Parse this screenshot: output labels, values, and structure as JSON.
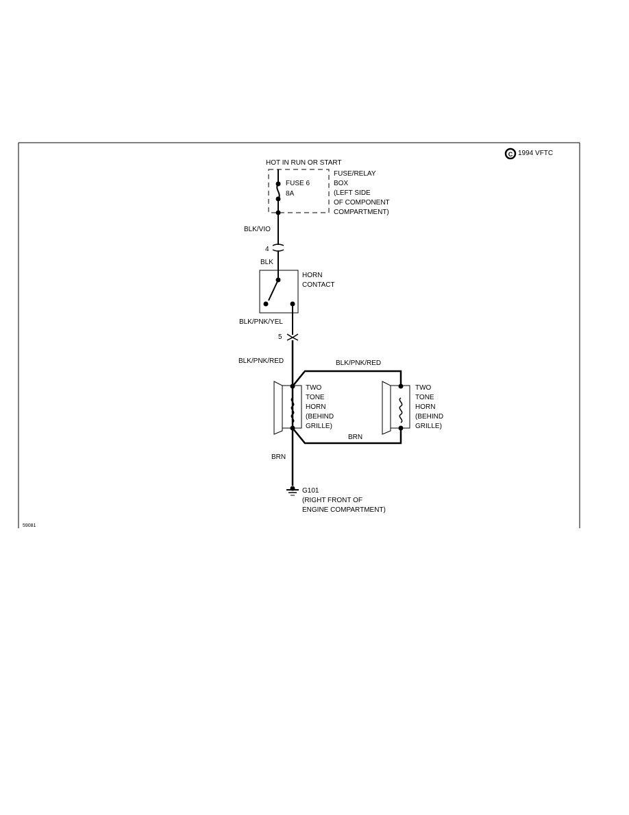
{
  "copyright": "1994 VFTC",
  "copyright_symbol": "C",
  "power": {
    "hot_label": "HOT IN RUN OR START"
  },
  "fuse": {
    "name": "FUSE 6",
    "rating": "8A"
  },
  "fuse_box": {
    "lines": [
      "FUSE/RELAY",
      "BOX",
      "(LEFT SIDE",
      "OF COMPONENT",
      "COMPARTMENT)"
    ]
  },
  "wires": {
    "w1": "BLK/VIO",
    "w2": "BLK",
    "w3": "BLK/PNK/YEL",
    "w4_left": "BLK/PNK/RED",
    "w4_top": "BLK/PNK/RED",
    "w5_bottom": "BRN",
    "w6": "BRN"
  },
  "connectors": {
    "c1": "4",
    "c2": "5"
  },
  "horn_contact": {
    "lines": [
      "HORN",
      "CONTACT"
    ]
  },
  "horn_left": {
    "lines": [
      "TWO",
      "TONE",
      "HORN",
      "(BEHIND",
      "GRILLE)"
    ]
  },
  "horn_right": {
    "lines": [
      "TWO",
      "TONE",
      "HORN",
      "(BEHIND",
      "GRILLE)"
    ]
  },
  "ground": {
    "lines": [
      "G101",
      "(RIGHT FRONT OF",
      "ENGINE COMPARTMENT)"
    ]
  },
  "figure_id": "59081"
}
